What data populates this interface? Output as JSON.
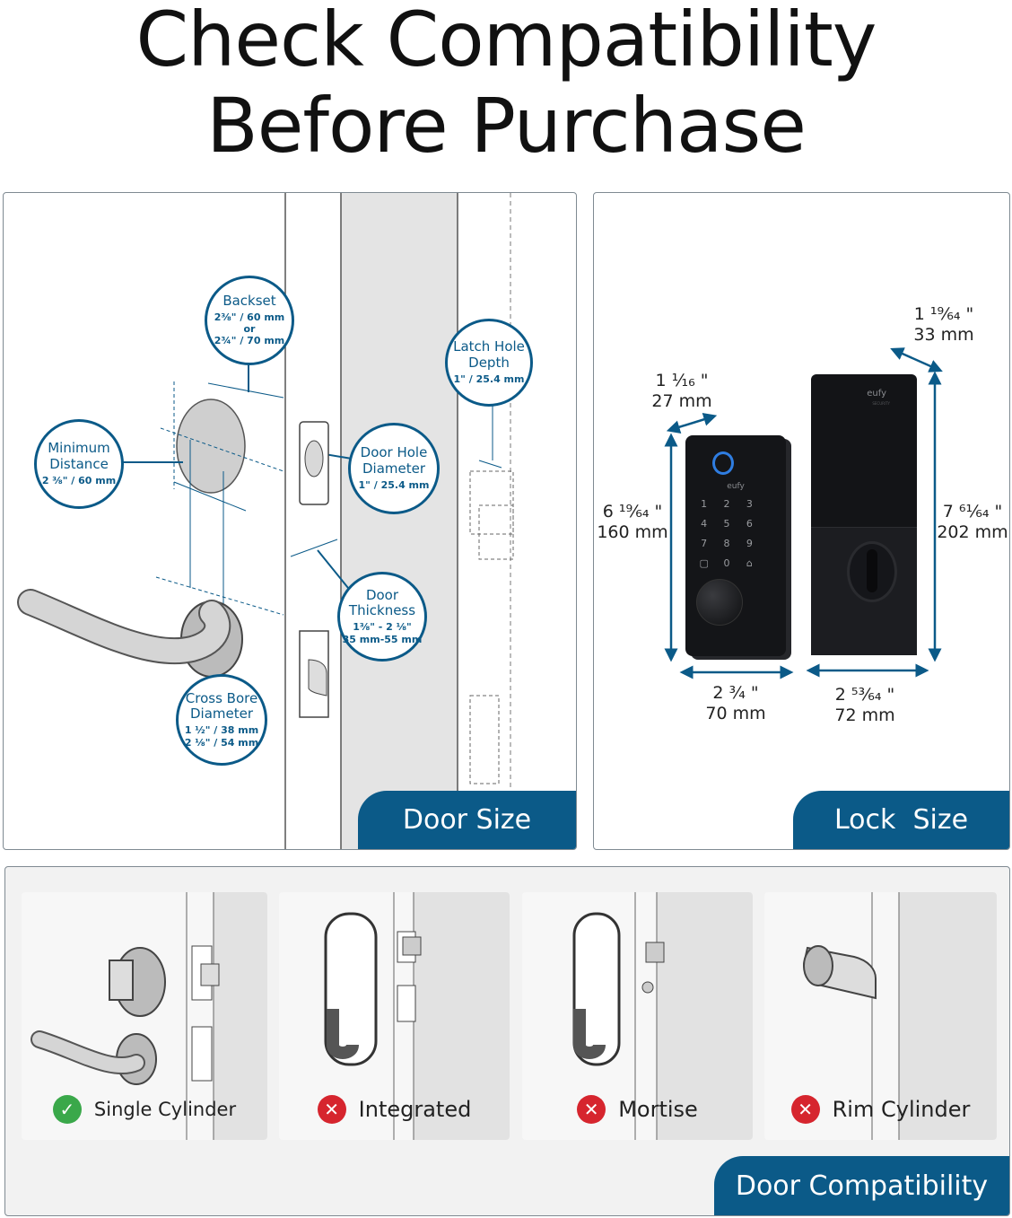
{
  "title": {
    "line1": "Check Compatibility",
    "line2": "Before Purchase"
  },
  "door_panel": {
    "tab": "Door Size",
    "backset": {
      "title": "Backset",
      "value1": "2⅜\" / 60 mm or",
      "value2": "2¾\" / 70 mm"
    },
    "latch_hole": {
      "title1": "Latch Hole",
      "title2": "Depth",
      "value": "1\" / 25.4 mm"
    },
    "min_distance": {
      "title1": "Minimum",
      "title2": "Distance",
      "value": "2 ⅜\" / 60 mm"
    },
    "door_hole": {
      "title1": "Door Hole",
      "title2": "Diameter",
      "value": "1\" / 25.4 mm"
    },
    "door_thickness": {
      "title1": "Door",
      "title2": "Thickness",
      "value1": "1⅜\" - 2 ⅛\"",
      "value2": "35 mm-55 mm"
    },
    "cross_bore": {
      "title1": "Cross Bore",
      "title2": "Diameter",
      "value1": "1 ½\" / 38 mm",
      "value2": "2 ⅛\" / 54 mm"
    }
  },
  "lock_panel": {
    "tab": "Lock  Size",
    "depth_in": "1 ¹⁹⁄₆₄ \"",
    "depth_mm": "33 mm",
    "keypad_depth_in": "1 ¹⁄₁₆ \"",
    "keypad_depth_mm": "27 mm",
    "keypad_height_in": "6 ¹⁹⁄₆₄ \"",
    "keypad_height_mm": "160 mm",
    "interior_height_in": "7 ⁶¹⁄₆₄ \"",
    "interior_height_mm": "202 mm",
    "keypad_width_in": "2 ³⁄₄ \"",
    "keypad_width_mm": "70 mm",
    "interior_width_in": "2 ⁵³⁄₆₄ \"",
    "interior_width_mm": "72 mm",
    "brand": "eufy",
    "brand_sub": "SECURITY",
    "keys": [
      "1",
      "2",
      "3",
      "4",
      "5",
      "6",
      "7",
      "8",
      "9",
      "",
      "0",
      ""
    ]
  },
  "compat_panel": {
    "tab": "Door Compatibility",
    "types": [
      {
        "label": "Single Cylinder",
        "ok": true
      },
      {
        "label": "Integrated",
        "ok": false
      },
      {
        "label": "Mortise",
        "ok": false
      },
      {
        "label": "Rim Cylinder",
        "ok": false
      }
    ],
    "colors": {
      "accent": "#0b5a88",
      "ok": "#3aa84a",
      "no": "#d6252e"
    }
  }
}
